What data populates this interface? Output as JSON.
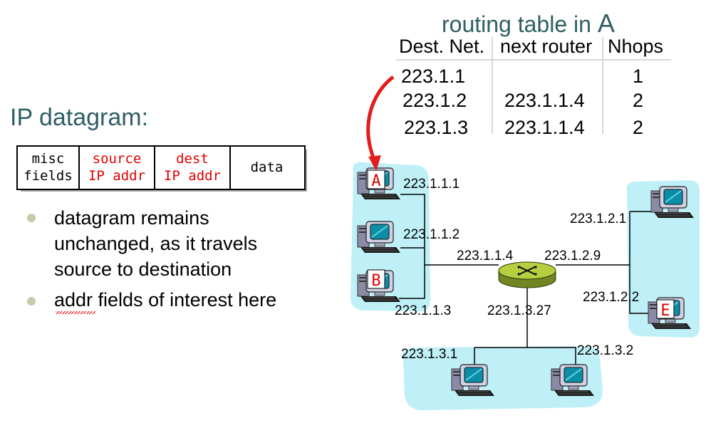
{
  "routing_table": {
    "title": "routing table in ",
    "title_big": "A",
    "headers": [
      "Dest. Net.",
      "next router",
      "Nhops"
    ],
    "rows": [
      {
        "dest": "223.1.1",
        "next": "",
        "hops": "1"
      },
      {
        "dest": "223.1.2",
        "next": "223.1.1.4",
        "hops": "2"
      },
      {
        "dest": "223.1.3",
        "next": "223.1.1.4",
        "hops": "2"
      }
    ]
  },
  "datagram": {
    "title": "IP datagram:",
    "fields": [
      {
        "text": "misc\nfields",
        "color": "#000000"
      },
      {
        "text": "source\nIP addr",
        "color": "#e00000"
      },
      {
        "text": "dest\nIP addr",
        "color": "#e00000"
      },
      {
        "text": "data",
        "color": "#000000"
      }
    ]
  },
  "bullets": [
    "datagram remains unchanged, as it travels source to destination",
    "addr fields of interest here"
  ],
  "network": {
    "host_labels": {
      "a": "A",
      "b": "B",
      "e": "E"
    },
    "addresses": {
      "a": "223.1.1.1",
      "h112": "223.1.1.2",
      "b": "223.1.1.3",
      "router_left": "223.1.1.4",
      "router_right": "223.1.2.9",
      "router_bottom": "223.1.3.27",
      "h121": "223.1.2.1",
      "e": "223.1.2.2",
      "h131": "223.1.3.1",
      "h132": "223.1.3.2"
    }
  },
  "colors": {
    "heading": "#2e5f63",
    "field_highlight": "#e00000",
    "lan_fill": "#bff0f7",
    "router": "#aec93a",
    "arrow": "#e31c1c"
  }
}
